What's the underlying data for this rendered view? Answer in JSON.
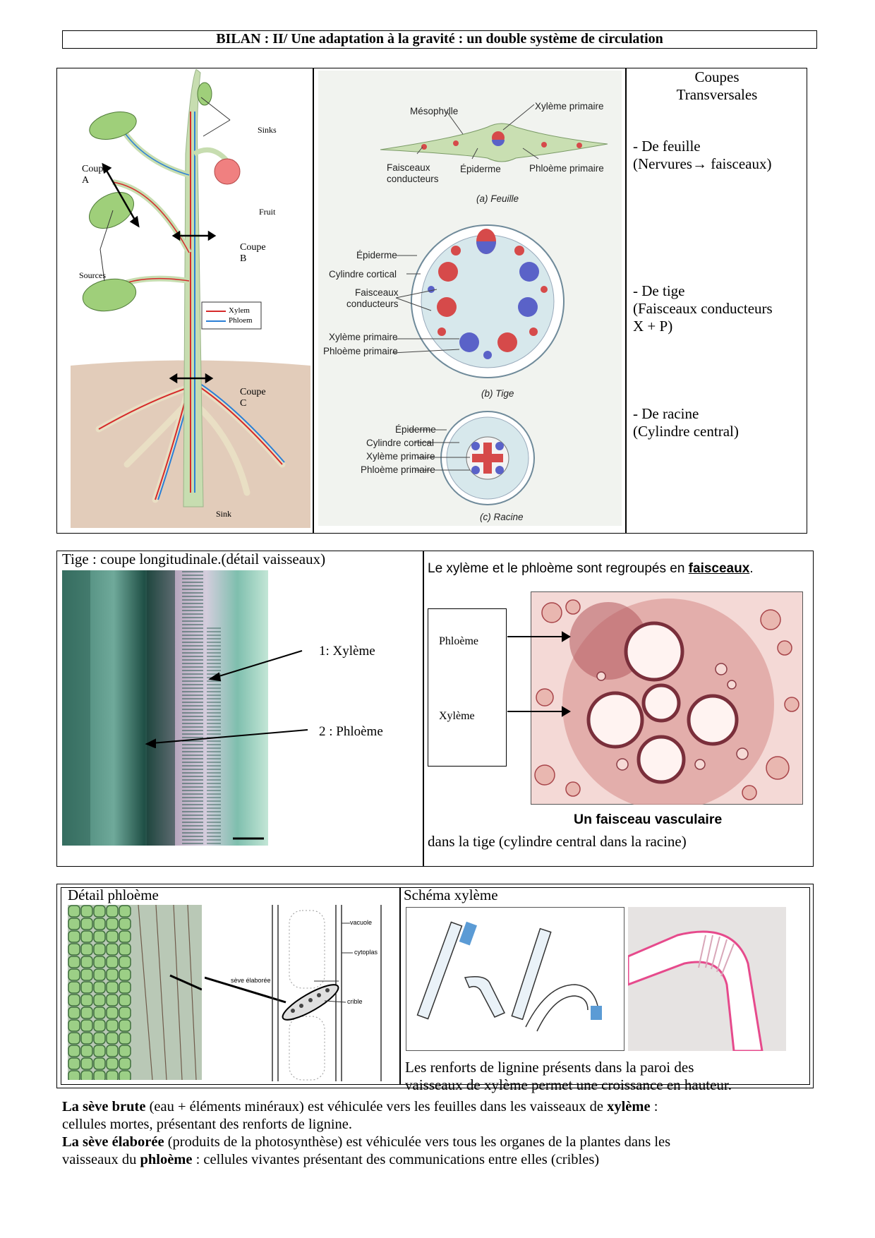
{
  "title": "BILAN : II/ Une adaptation à la gravité : un double système de circulation",
  "section1": {
    "plant": {
      "coupe_a": [
        "Coupe",
        "A"
      ],
      "coupe_b": [
        "Coupe",
        "B"
      ],
      "coupe_c": [
        "Coupe",
        "C"
      ],
      "sinks": "Sinks",
      "fruit": "Fruit",
      "sources": "Sources",
      "sink": "Sink",
      "legend": [
        "Xylem",
        "Phloem"
      ],
      "colors": {
        "xylem": "#d62a2a",
        "phloem": "#2a7fd6",
        "stem": "#c7ddb0",
        "soil": "#c9a58a"
      }
    },
    "sections": {
      "leaf": {
        "mesophylle": "Mésophylle",
        "xyleme": "Xylème primaire",
        "faisceaux": [
          "Faisceaux",
          "conducteurs"
        ],
        "epiderme": "Épiderme",
        "phloeme": "Phloème primaire",
        "caption": "(a) Feuille"
      },
      "stem": {
        "epiderme": "Épiderme",
        "cylindre": "Cylindre cortical",
        "faisceaux": [
          "Faisceaux",
          "conducteurs"
        ],
        "xyleme": "Xylème primaire",
        "phloeme": "Phloème primaire",
        "caption": "(b) Tige"
      },
      "root": {
        "epiderme": "Épiderme",
        "cylindre": "Cylindre cortical",
        "xyleme": "Xylème primaire",
        "phloeme": "Phloème primaire",
        "caption": "(c) Racine"
      }
    },
    "right_column": {
      "heading": [
        "Coupes",
        "Transversales"
      ],
      "leaf": [
        "- De feuille",
        "(Nervures→ faisceaux)"
      ],
      "stem": [
        "- De tige",
        "(Faisceaux conducteurs",
        "X + P)"
      ],
      "root": [
        "- De racine",
        "(Cylindre central)"
      ]
    }
  },
  "section2": {
    "left_title": "Tige : coupe longitudinale.(détail vaisseaux)",
    "label1": "1: Xylème",
    "label2": "2 : Phloème",
    "right_heading_pre": "Le xylème et le phloème sont regroupés en ",
    "right_heading_keyword": "faisceaux",
    "right_heading_post": ".",
    "box_phloeme": "Phloème",
    "box_xyleme": "Xylème",
    "micro_caption": "Un faisceau vasculaire",
    "bottom_text": "dans la tige (cylindre central dans la racine)"
  },
  "section3": {
    "left_title": "Détail phloème",
    "phloem_labels": {
      "vacuole": "vacuole",
      "cytoplasme": "cytoplas",
      "seve": "sève élaborée",
      "crible": "crible"
    },
    "right_title": "Schéma xylème",
    "caption": [
      "Les renforts de lignine présents dans la paroi des",
      "vaisseaux de xylème permet une croissance en hauteur."
    ]
  },
  "summary": {
    "line1_bold": "La sève brute",
    "line1_rest": " (eau + éléments minéraux) est véhiculée vers les feuilles dans les vaisseaux de ",
    "line1_bold2": "xylème",
    "line1_end": " :",
    "line2": "cellules mortes, présentant des renforts de lignine.",
    "line3_bold": "La sève élaborée",
    "line3_rest": " (produits de la photosynthèse) est véhiculée vers tous les organes de la plantes dans les",
    "line4_pre": "vaisseaux du ",
    "line4_bold": "phloème",
    "line4_rest": " : cellules vivantes présentant des communications entre elles (cribles)"
  }
}
